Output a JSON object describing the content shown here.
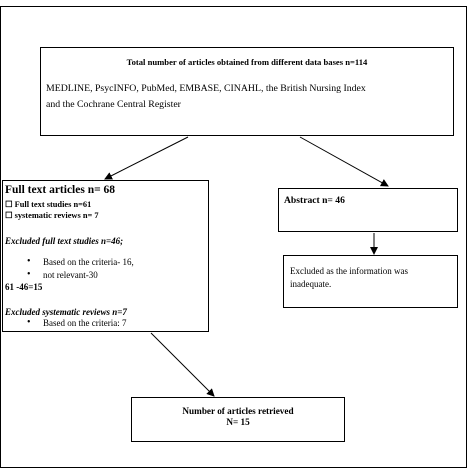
{
  "total": {
    "title": "Total number of articles obtained from different data bases n=114",
    "databases_line1": "MEDLINE, PsycINFO, PubMed, EMBASE, CINAHL, the British Nursing Index",
    "databases_line2": "and the Cochrane Central Register"
  },
  "fulltext": {
    "heading": "Full text articles n= 68",
    "studies": "☐ Full text studies n=61",
    "reviews": "☐ systematic reviews n= 7",
    "excluded_studies_label": "Excluded full text studies n=46;",
    "excluded_studies_bullets": [
      "Based on the criteria- 16,",
      "not relevant-30"
    ],
    "calc": "61 -46=15",
    "excluded_reviews_label": "Excluded systematic reviews n=7",
    "excluded_reviews_bullets": [
      "Based on the criteria: 7"
    ]
  },
  "abstract": {
    "label": "Abstract  n= 46"
  },
  "excluded_info": {
    "line1": "Excluded as the information was",
    "line2": "inadequate."
  },
  "retrieved": {
    "line1": "Number of articles retrieved",
    "line2": "N= 15"
  }
}
